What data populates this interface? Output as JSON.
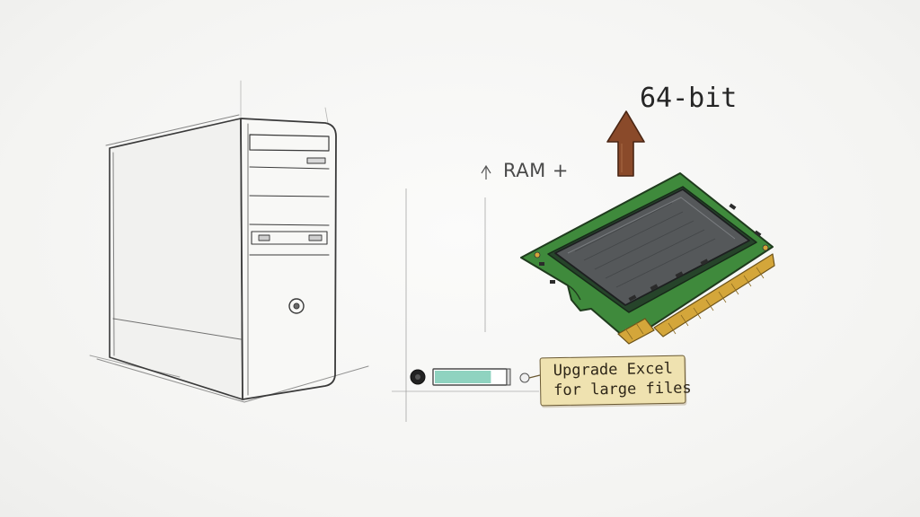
{
  "annotations": {
    "ram_label": "RAM +",
    "bit_label": "64-bit",
    "tag_line_1": "Upgrade Excel",
    "tag_line_2": "for large files"
  },
  "icons": {
    "pc_tower": "computer-tower-icon",
    "ram_module": "ram-module-icon",
    "up_arrow": "up-arrow-icon",
    "progress_bar": "progress-bar"
  },
  "colors": {
    "pcb_green": "#3f8a3c",
    "chip_gray": "#55585a",
    "gold_contacts": "#d4a63a",
    "arrow_brown": "#8a4a2a",
    "progress_fill": "#8fd3c0",
    "tag_paper": "#efe2b0"
  },
  "progress": {
    "fill_fraction": 0.8
  }
}
